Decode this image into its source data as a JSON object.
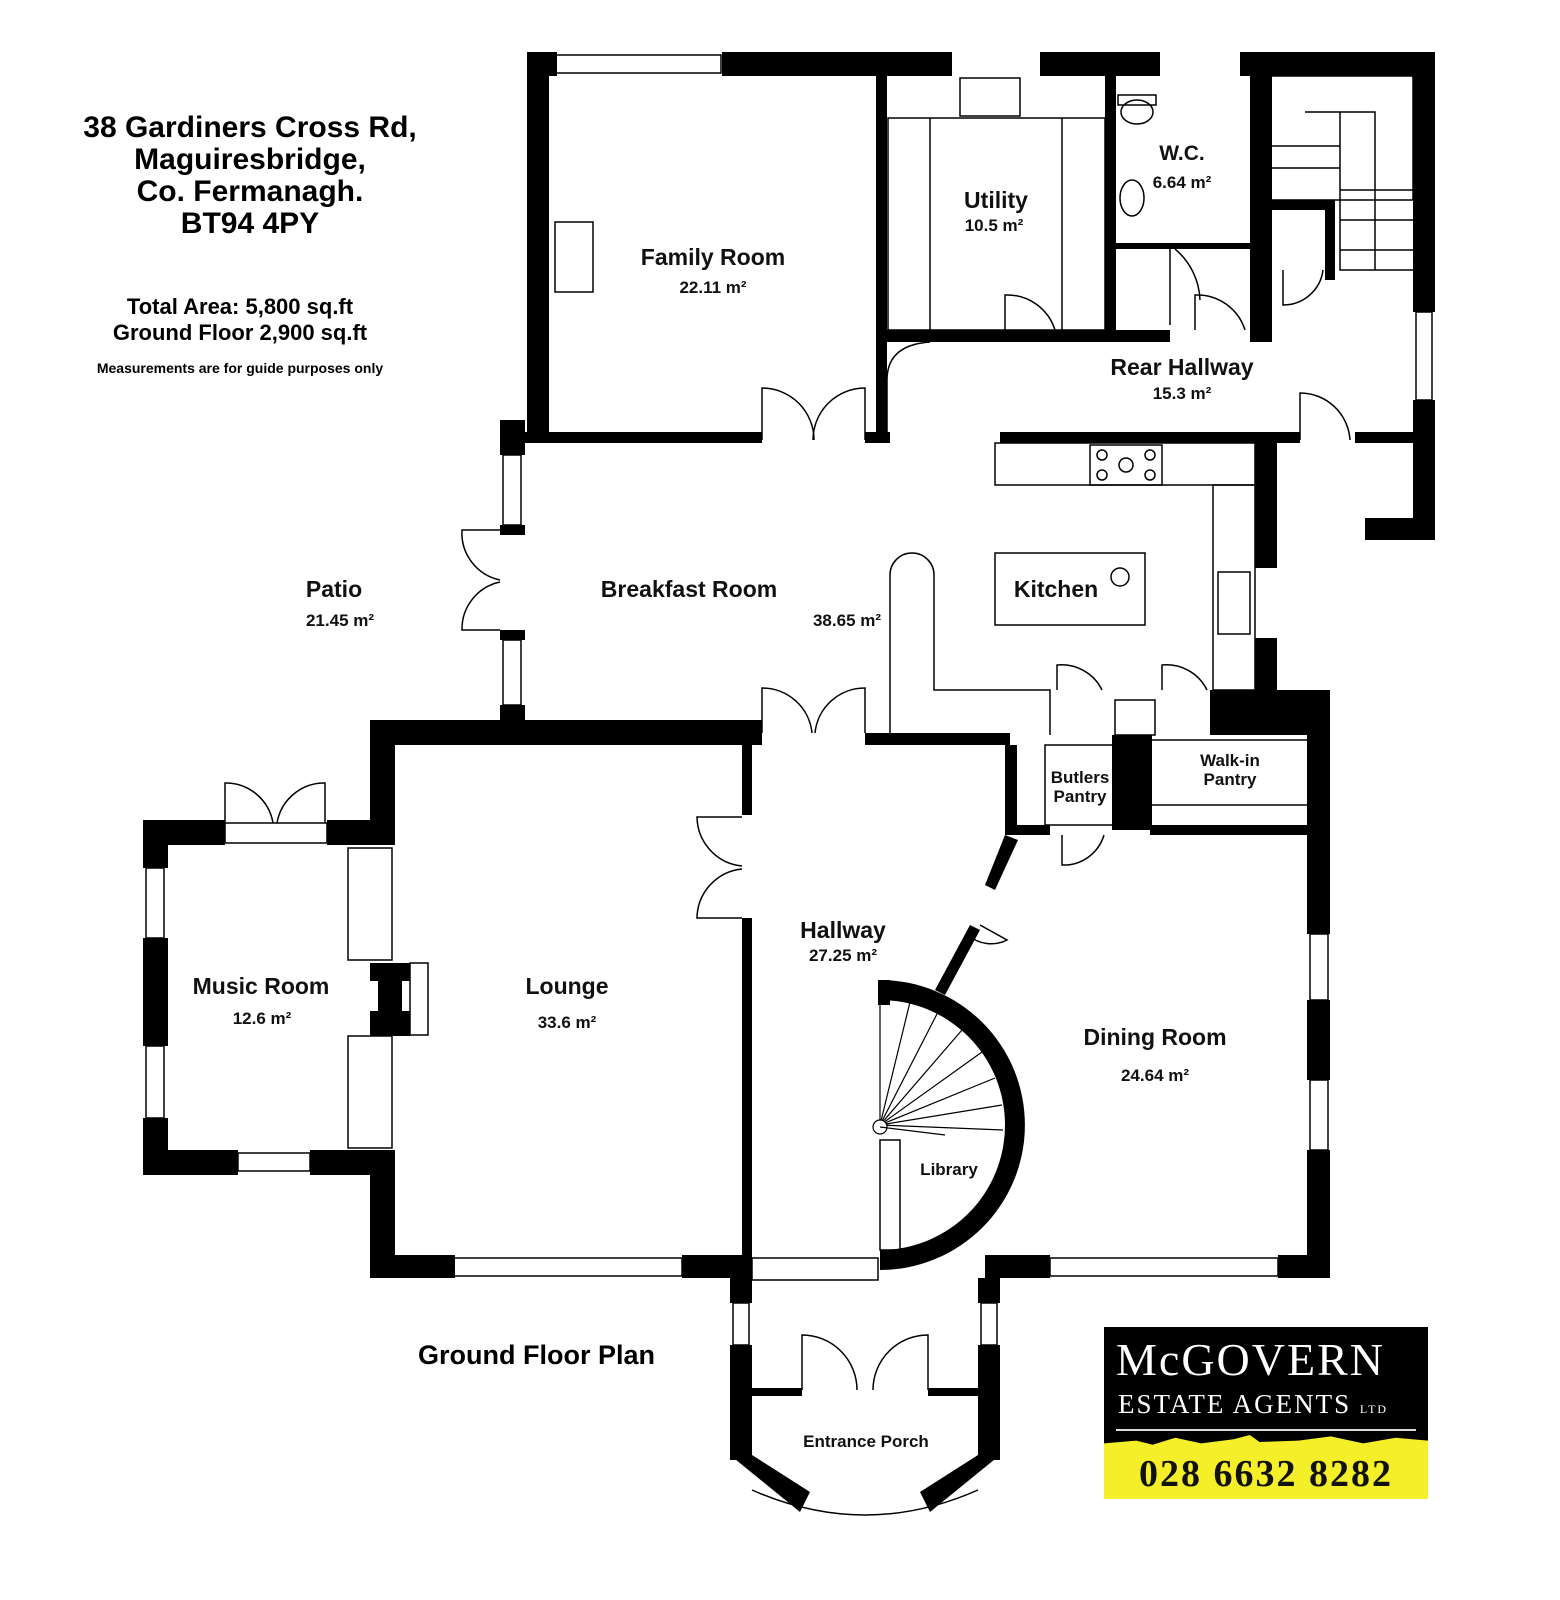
{
  "header": {
    "address_lines": [
      "38 Gardiners Cross Rd,",
      "Maguiresbridge,",
      "Co. Fermanagh.",
      "BT94 4PY"
    ],
    "total_area": "Total Area: 5,800 sq.ft",
    "ground_floor_area": "Ground Floor 2,900 sq.ft",
    "disclaimer": "Measurements are for guide purposes only"
  },
  "rooms": {
    "family_room": {
      "name": "Family Room",
      "area": "22.11 m²"
    },
    "utility": {
      "name": "Utility",
      "area": "10.5 m²"
    },
    "wc": {
      "name": "W.C.",
      "area": "6.64 m²"
    },
    "rear_hallway": {
      "name": "Rear Hallway",
      "area": "15.3 m²"
    },
    "patio": {
      "name": "Patio",
      "area": "21.45 m²"
    },
    "breakfast_room": {
      "name": "Breakfast Room",
      "area": "38.65 m²"
    },
    "kitchen": {
      "name": "Kitchen"
    },
    "butlers_pantry": {
      "name1": "Butlers",
      "name2": "Pantry"
    },
    "walkin_pantry": {
      "name1": "Walk-in",
      "name2": "Pantry"
    },
    "music_room": {
      "name": "Music Room",
      "area": "12.6 m²"
    },
    "lounge": {
      "name": "Lounge",
      "area": "33.6 m²"
    },
    "hallway": {
      "name": "Hallway",
      "area": "27.25 m²"
    },
    "library": {
      "name": "Library"
    },
    "dining_room": {
      "name": "Dining Room",
      "area": "24.64 m²"
    },
    "entrance_porch": {
      "name": "Entrance Porch"
    }
  },
  "plan_title": "Ground Floor Plan",
  "logo": {
    "name": "McGOVERN",
    "subtitle": "ESTATE AGENTS",
    "suffix": "LTD",
    "phone": "028 6632 8282",
    "colors": {
      "background": "#000000",
      "accent": "#f5ef2a"
    }
  }
}
